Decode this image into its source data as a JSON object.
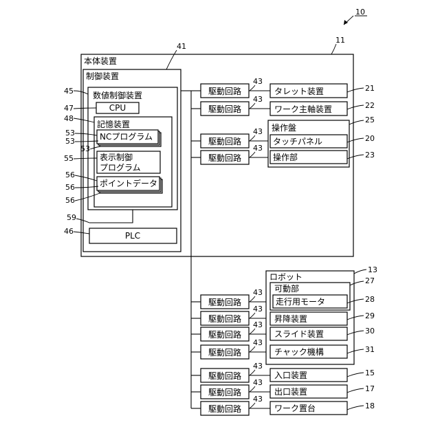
{
  "figure_number": "10",
  "main_unit": {
    "label": "本体装置",
    "ref": "11"
  },
  "controller": {
    "label": "制御装置",
    "ref": "41"
  },
  "nc_controller": {
    "label": "数値制御装置",
    "ref": "45"
  },
  "cpu": {
    "label": "CPU",
    "ref": "47"
  },
  "storage": {
    "label": "記憶装置",
    "ref": "48"
  },
  "nc_program": {
    "label": "NCプログラム",
    "refs": [
      "53",
      "53",
      "53"
    ]
  },
  "display_program": {
    "line1": "表示制御",
    "line2": "プログラム",
    "ref": "55"
  },
  "point_data": {
    "label": "ポイントデータ",
    "refs": [
      "56",
      "56",
      "56"
    ]
  },
  "bus_ref": "59",
  "plc": {
    "label": "PLC",
    "ref": "46"
  },
  "drive_circuit_label": "駆動回路",
  "drive_circuit_ref": "43",
  "turret": {
    "label": "タレット装置",
    "ref": "21"
  },
  "spindle": {
    "label": "ワーク主軸装置",
    "ref": "22"
  },
  "operation_panel": {
    "label": "操作盤",
    "ref": "25"
  },
  "touch_panel": {
    "label": "タッチパネル",
    "ref": "20"
  },
  "operation_unit": {
    "label": "操作部",
    "ref": "23"
  },
  "robot": {
    "label": "ロボット",
    "ref": "13"
  },
  "movable_unit": {
    "label": "可動部",
    "ref": "27"
  },
  "travel_motor": {
    "label": "走行用モータ",
    "ref": "28"
  },
  "lift": {
    "label": "昇降装置",
    "ref": "29"
  },
  "slide": {
    "label": "スライド装置",
    "ref": "30"
  },
  "chuck": {
    "label": "チャック機構",
    "ref": "31"
  },
  "inlet": {
    "label": "入口装置",
    "ref": "15"
  },
  "outlet": {
    "label": "出口装置",
    "ref": "17"
  },
  "work_table": {
    "label": "ワーク置台",
    "ref": "18"
  }
}
